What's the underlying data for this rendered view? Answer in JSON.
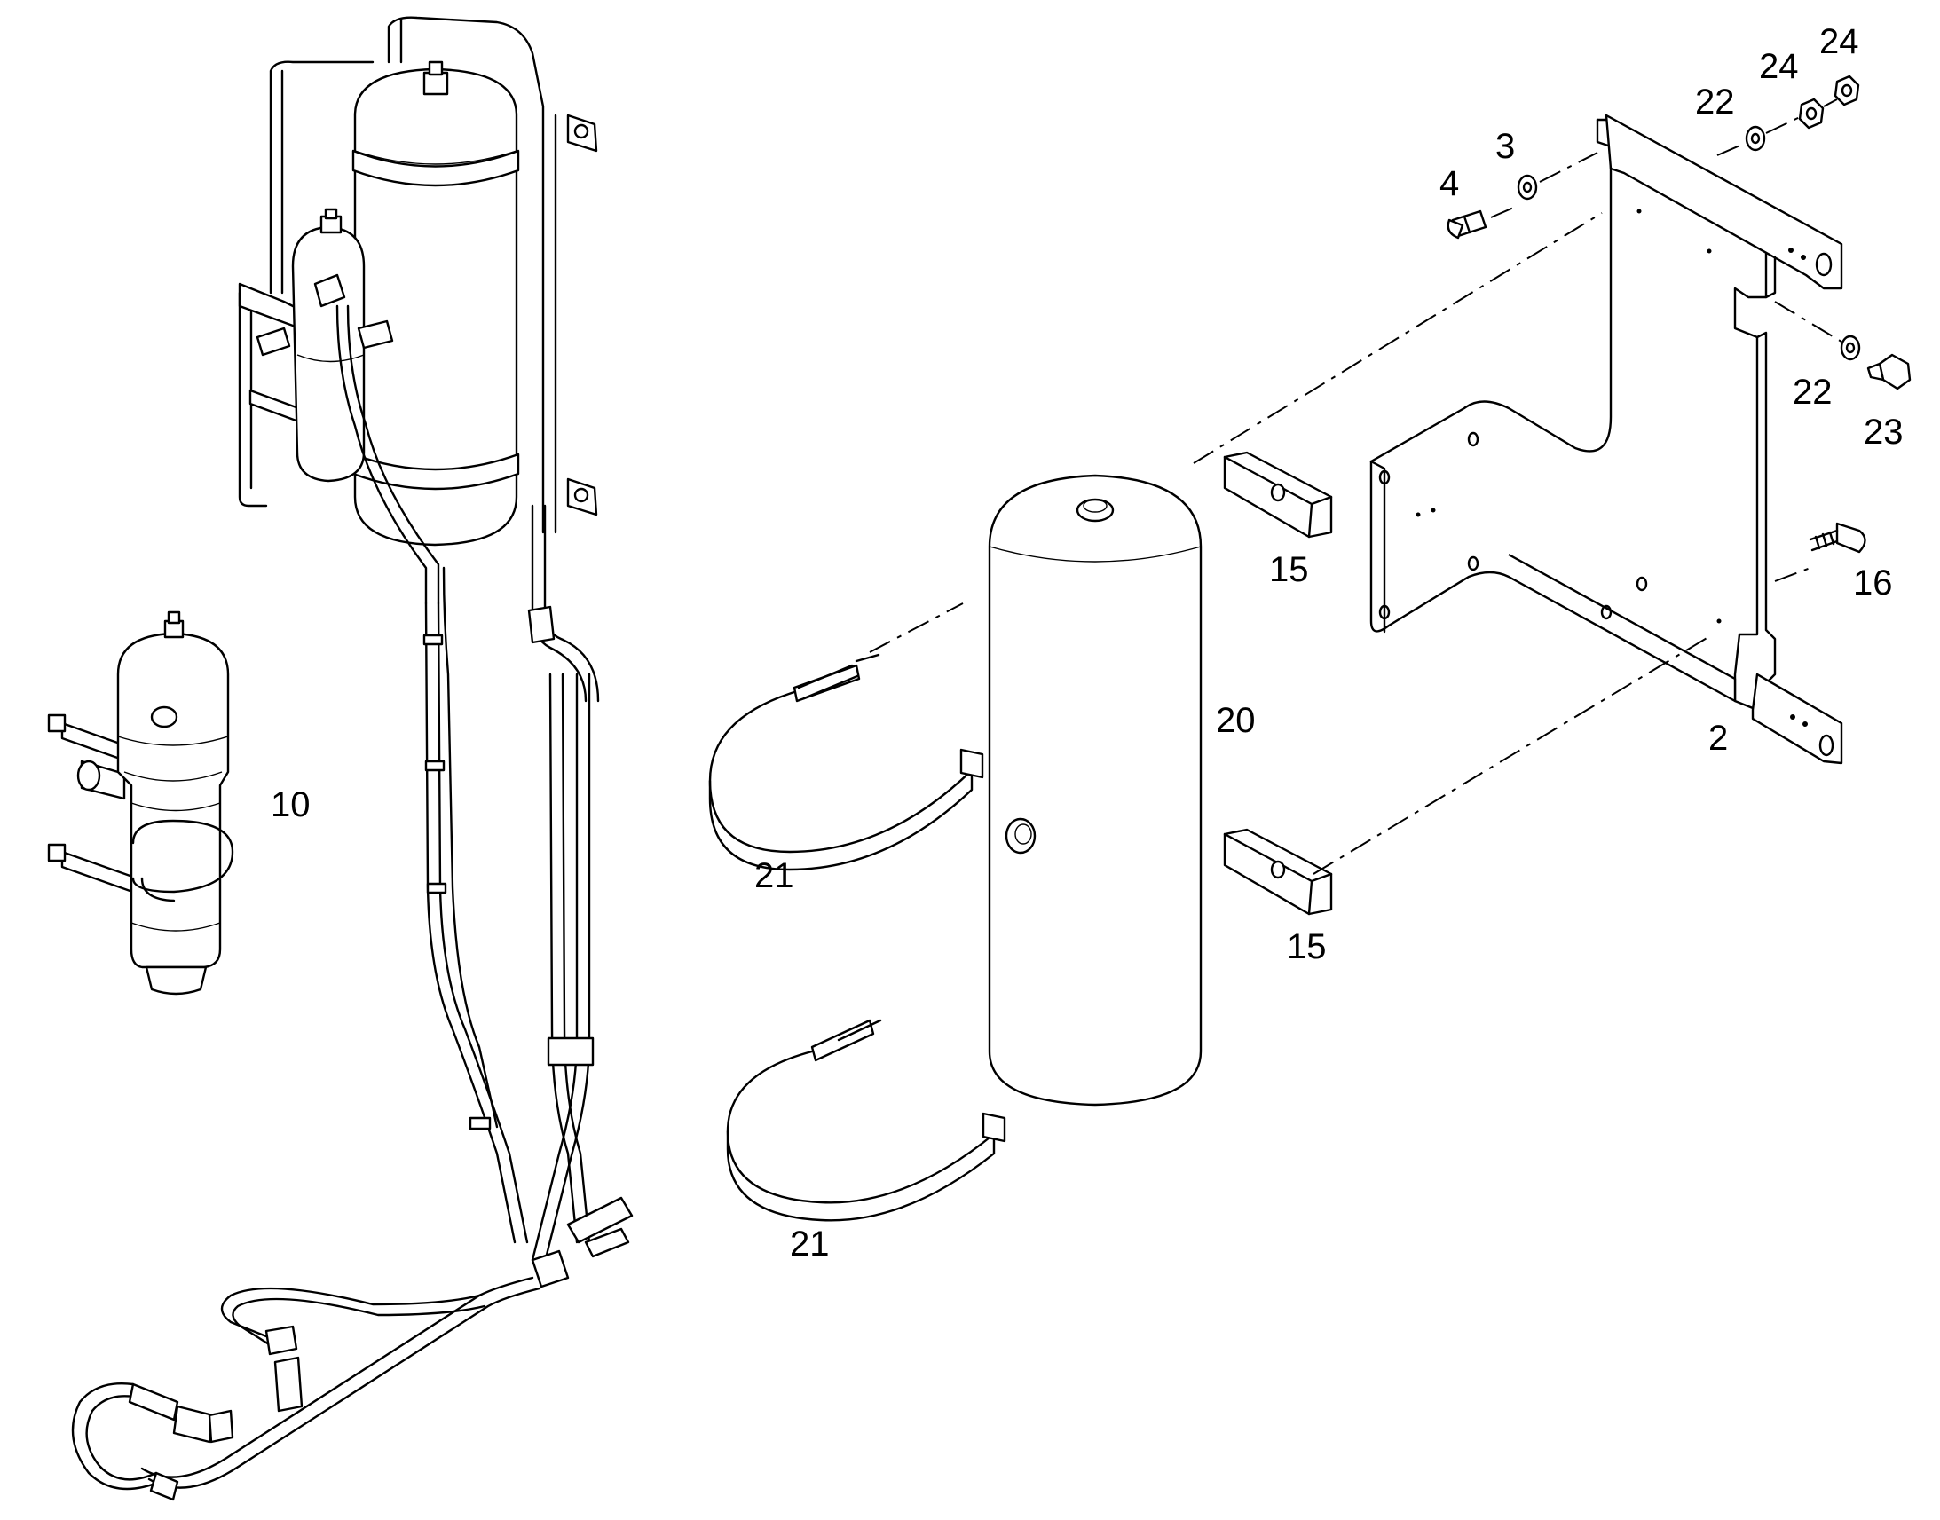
{
  "callouts": [
    {
      "id": "c-10",
      "text": "10"
    },
    {
      "id": "c-21a",
      "text": "21"
    },
    {
      "id": "c-21b",
      "text": "21"
    },
    {
      "id": "c-20",
      "text": "20"
    },
    {
      "id": "c-15a",
      "text": "15"
    },
    {
      "id": "c-15b",
      "text": "15"
    },
    {
      "id": "c-16",
      "text": "16"
    },
    {
      "id": "c-2",
      "text": "2"
    },
    {
      "id": "c-4",
      "text": "4"
    },
    {
      "id": "c-3",
      "text": "3"
    },
    {
      "id": "c-22a",
      "text": "22"
    },
    {
      "id": "c-24a",
      "text": "24"
    },
    {
      "id": "c-24b",
      "text": "24"
    },
    {
      "id": "c-22b",
      "text": "22"
    },
    {
      "id": "c-23",
      "text": "23"
    }
  ]
}
